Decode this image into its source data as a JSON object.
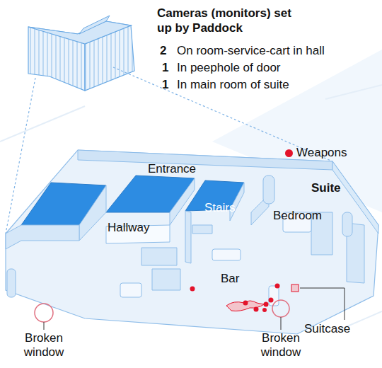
{
  "diagram": {
    "title": "Cameras (monitors) set up by Paddock",
    "labels": [
      "2",
      "On room-service-cart in hall",
      "1",
      "In peephole of door",
      "1",
      "In main room of suite",
      "Suite",
      "Entrance",
      "Stairs",
      "Bedroom",
      "Hallway",
      "Bar",
      "Suitcase",
      "Broken window",
      "Broken window"
    ],
    "legend": [
      {
        "text": "Weapons",
        "color": "#e3132b"
      }
    ]
  }
}
